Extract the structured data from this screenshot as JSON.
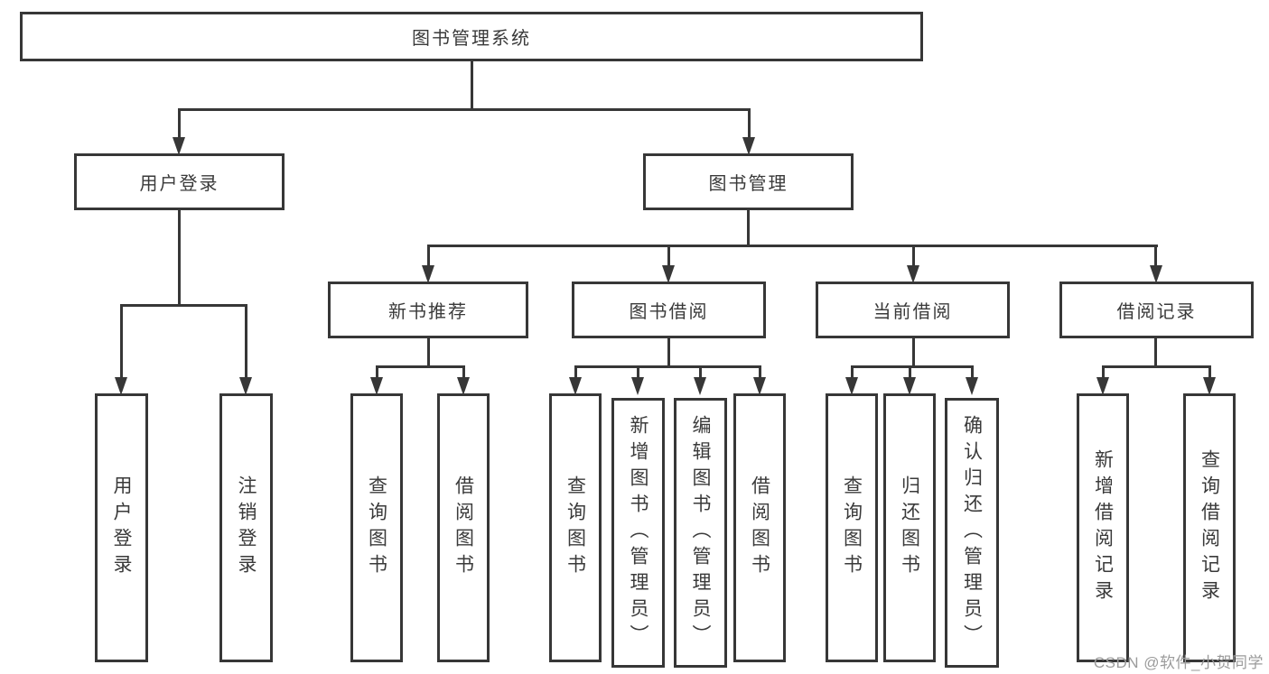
{
  "tree": {
    "root": {
      "label": "图书管理系统"
    },
    "children": [
      {
        "label": "用户登录",
        "children": [
          {
            "label": "用户登录"
          },
          {
            "label": "注销登录"
          }
        ]
      },
      {
        "label": "图书管理",
        "children": [
          {
            "label": "新书推荐",
            "children": [
              {
                "label": "查询图书"
              },
              {
                "label": "借阅图书"
              }
            ]
          },
          {
            "label": "图书借阅",
            "children": [
              {
                "label": "查询图书"
              },
              {
                "label": "新增图书（管理员）"
              },
              {
                "label": "编辑图书（管理员）"
              },
              {
                "label": "借阅图书"
              }
            ]
          },
          {
            "label": "当前借阅",
            "children": [
              {
                "label": "查询图书"
              },
              {
                "label": "归还图书"
              },
              {
                "label": "确认归还（管理员）"
              }
            ]
          },
          {
            "label": "借阅记录",
            "children": [
              {
                "label": "新增借阅记录"
              },
              {
                "label": "查询借阅记录"
              }
            ]
          }
        ]
      }
    ]
  },
  "watermark": {
    "text": "CSDN @软件_小贺同学"
  },
  "colors": {
    "line": "#373737",
    "text": "#3a3a3a",
    "watermark": "#9b9b9b",
    "background": "#ffffff"
  }
}
